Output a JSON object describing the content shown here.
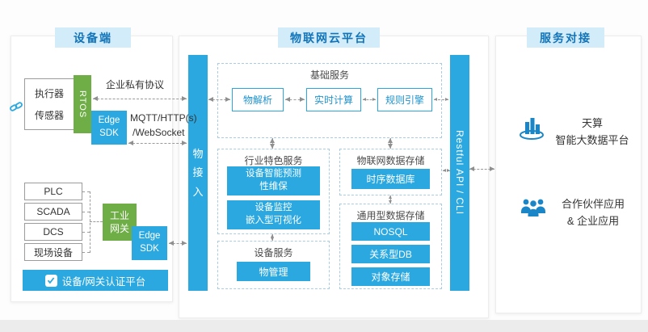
{
  "sections": {
    "device": {
      "title": "设备端"
    },
    "cloud": {
      "title": "物联网云平台"
    },
    "service": {
      "title": "服务对接"
    }
  },
  "device": {
    "terminal": {
      "line1": "执行器",
      "line2": "传感器"
    },
    "rtos_label": "RTOS",
    "edge_sdk_top": "Edge\nSDK",
    "private_protocol": "企业私有协议",
    "mqtt_label": "MQTT/HTTP(s)",
    "websocket_label": "/WebSocket",
    "field_items": [
      "PLC",
      "SCADA",
      "DCS",
      "现场设备"
    ],
    "gateway_label": "工业\n网关",
    "edge_sdk_bottom": "Edge\nSDK",
    "auth_label": "设备/网关认证平台"
  },
  "cloud": {
    "access_label": "物\n接\n入",
    "api_label": "Restful API / CLI",
    "basic": {
      "title": "基础服务",
      "items": [
        "物解析",
        "实时计算",
        "规则引擎"
      ]
    },
    "industry": {
      "title": "行业特色服务",
      "items": [
        "设备智能预测\n性维保",
        "设备监控\n嵌入型可视化"
      ]
    },
    "device_service": {
      "title": "设备服务",
      "item": "物管理"
    },
    "iot_storage": {
      "title": "物联网数据存储",
      "item": "时序数据库"
    },
    "general_storage": {
      "title": "通用型数据存储",
      "items": [
        "NOSQL",
        "关系型DB",
        "对象存储"
      ]
    }
  },
  "service": {
    "bigdata_text": "天算\n智能大数据平台",
    "partner_text": "合作伙伴应用\n& 企业应用"
  },
  "colors": {
    "accent_blue": "#2ba8e0",
    "green": "#6fae46",
    "header_bg": "#d3ecfa",
    "header_text": "#1274b8",
    "arrow_gray": "#8f8f8f"
  }
}
